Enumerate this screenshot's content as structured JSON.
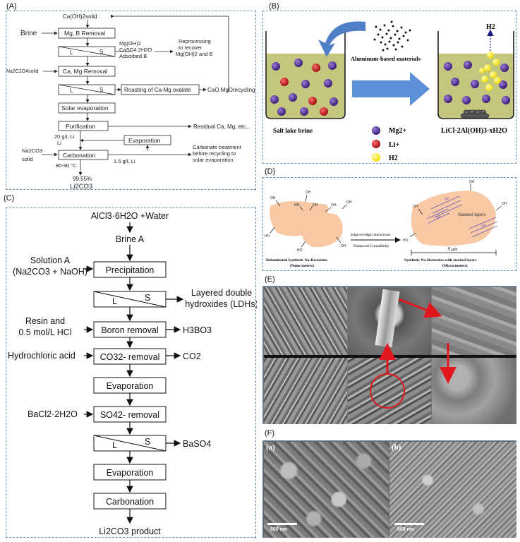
{
  "panel_labels": {
    "a": "(A)",
    "b": "(B)",
    "c": "(C)",
    "d": "(D)",
    "e": "(E)",
    "f": "(F)"
  },
  "panel_a": {
    "top_input": "Ca(OH)2solid",
    "brine": "Brine",
    "mg_b_removal": "Mg, B Removal",
    "ls_l": "L",
    "ls_s": "S",
    "precip_1": "Mg(OH)2",
    "precip_2": "CaSO4.2H2O",
    "precip_3": "Adsorbed B",
    "reproc_1": "Reprocessing",
    "reproc_2": "to recover",
    "reproc_3": "Mg(OH)2 and B",
    "oxalate_input": "Na2C2O4solid",
    "ca_mg_removal": "Ca, Mg Removal",
    "roasting": "Roasting of Ca-Mg oxalate",
    "cao": "CaO.MgOrecycling",
    "solar": "Solar evaporation",
    "purification": "Purification",
    "residual": "Residual Ca, Mg, etc...",
    "li20_a": "20 g/L Li",
    "li20_b": "Li",
    "evaporation": "Evaporation",
    "na2co3_a": "Na2CO3",
    "na2co3_b": "solid",
    "carbonation": "Carbonation",
    "temp": "80-90 °C",
    "li15": "1.5 g/L Li",
    "carb_treat_1": "Carbonate treatment",
    "carb_treat_2": "before recycling to",
    "carb_treat_3": "solar evaporation",
    "purity": "99.55%",
    "product": "Li2CO3"
  },
  "panel_b": {
    "materials": "Aluminum-based materials",
    "h2_top": "H2",
    "brine_label": "Salt lake brine",
    "mg": "Mg2+",
    "li": "Li+",
    "h2": "H2",
    "product": "LiCl·2Al(OH)3·xH2O",
    "colors": {
      "mg": "#4b2a8a",
      "li": "#c0161b",
      "h2": "#f6e51b",
      "liquid": "#c3c77e",
      "arrow": "#4f7fc7"
    }
  },
  "panel_c": {
    "top": "AlCl3·6H2O +Water",
    "brine": "Brine A",
    "solution_a_1": "Solution A",
    "solution_a_2": "(Na2CO3 + NaOH)",
    "precipitation": "Precipitation",
    "ls1_l": "L",
    "ls1_s": "S",
    "ldh_1": "Layered double",
    "ldh_2": "hydroxides (LDHs)",
    "resin_1": "Resin and",
    "resin_2": "0.5 mol/L HCl",
    "boron": "Boron removal",
    "h3bo3": "H3BO3",
    "hcl": "Hydrochloric acid",
    "co3": "CO32- removal",
    "co2": "CO2",
    "evap1": "Evaporation",
    "bacl2": "BaCl2·2H2O",
    "so4": "SO42- removal",
    "ls2_l": "L",
    "ls2_s": "S",
    "baso4": "BaSO4",
    "evap2": "Evaporation",
    "carbonation": "Carbonation",
    "product": "Li2CO3 product"
  },
  "panel_d": {
    "oh": "OH",
    "ho": "HO",
    "arrow_top": "Edge-to-edge interactions",
    "arrow_bottom": "Enhanced Crystallinity",
    "left_1": "Delaminated Synthetic Na-Hectorites",
    "left_2": "(Nano-meters)",
    "right_1": "Synthetic Na-Hectorites with stacked layers",
    "right_2": "(Micro-meters)",
    "stacked": "Stacked layers",
    "na": "Na",
    "scale": "5 μm",
    "colors": {
      "particle": "#f8c9a4",
      "layer": "#6b5bb5"
    }
  },
  "panel_f": {
    "label_a": "(a)",
    "label_b": "(b)",
    "scale_a": "500 nm",
    "scale_b": "500 nm"
  }
}
